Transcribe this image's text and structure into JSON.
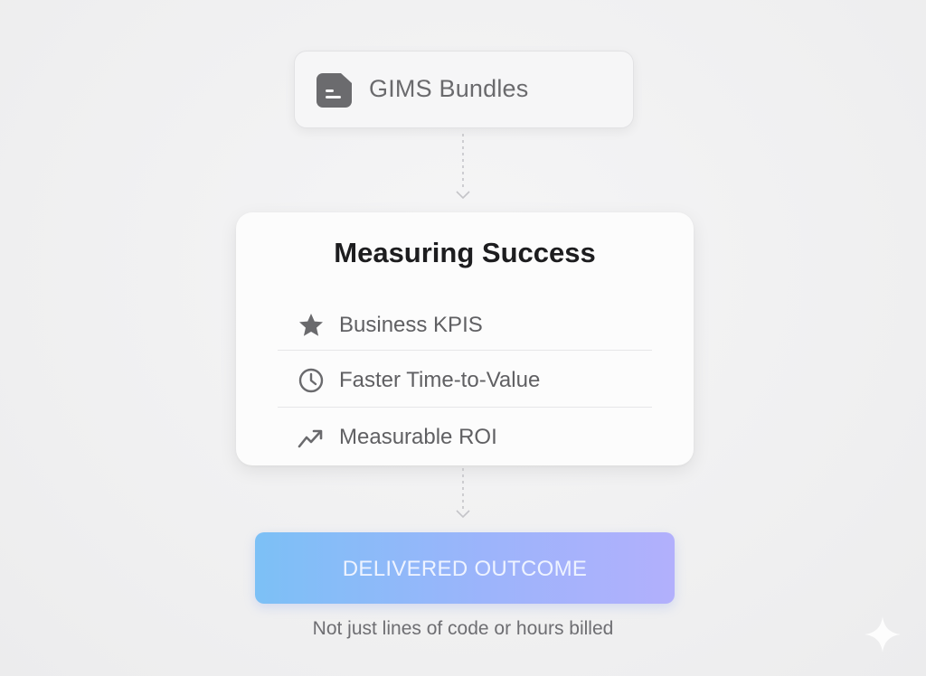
{
  "source": {
    "label": "GIMS Bundles",
    "icon": "document-icon"
  },
  "main_card": {
    "title": "Measuring Success",
    "items": [
      {
        "label": "Business KPIS",
        "icon": "star-icon"
      },
      {
        "label": "Faster Time-to-Value",
        "icon": "clock-icon"
      },
      {
        "label": "Measurable ROI",
        "icon": "trend-up-icon"
      }
    ]
  },
  "outcome": {
    "label": "DELIVERED OUTCOME"
  },
  "caption": "Not just lines of code or hours billed",
  "colors": {
    "accent_gradient_start": "#7cc0f6",
    "accent_gradient_end": "#b2b0fc",
    "icon_gray": "#6a6a6d"
  }
}
